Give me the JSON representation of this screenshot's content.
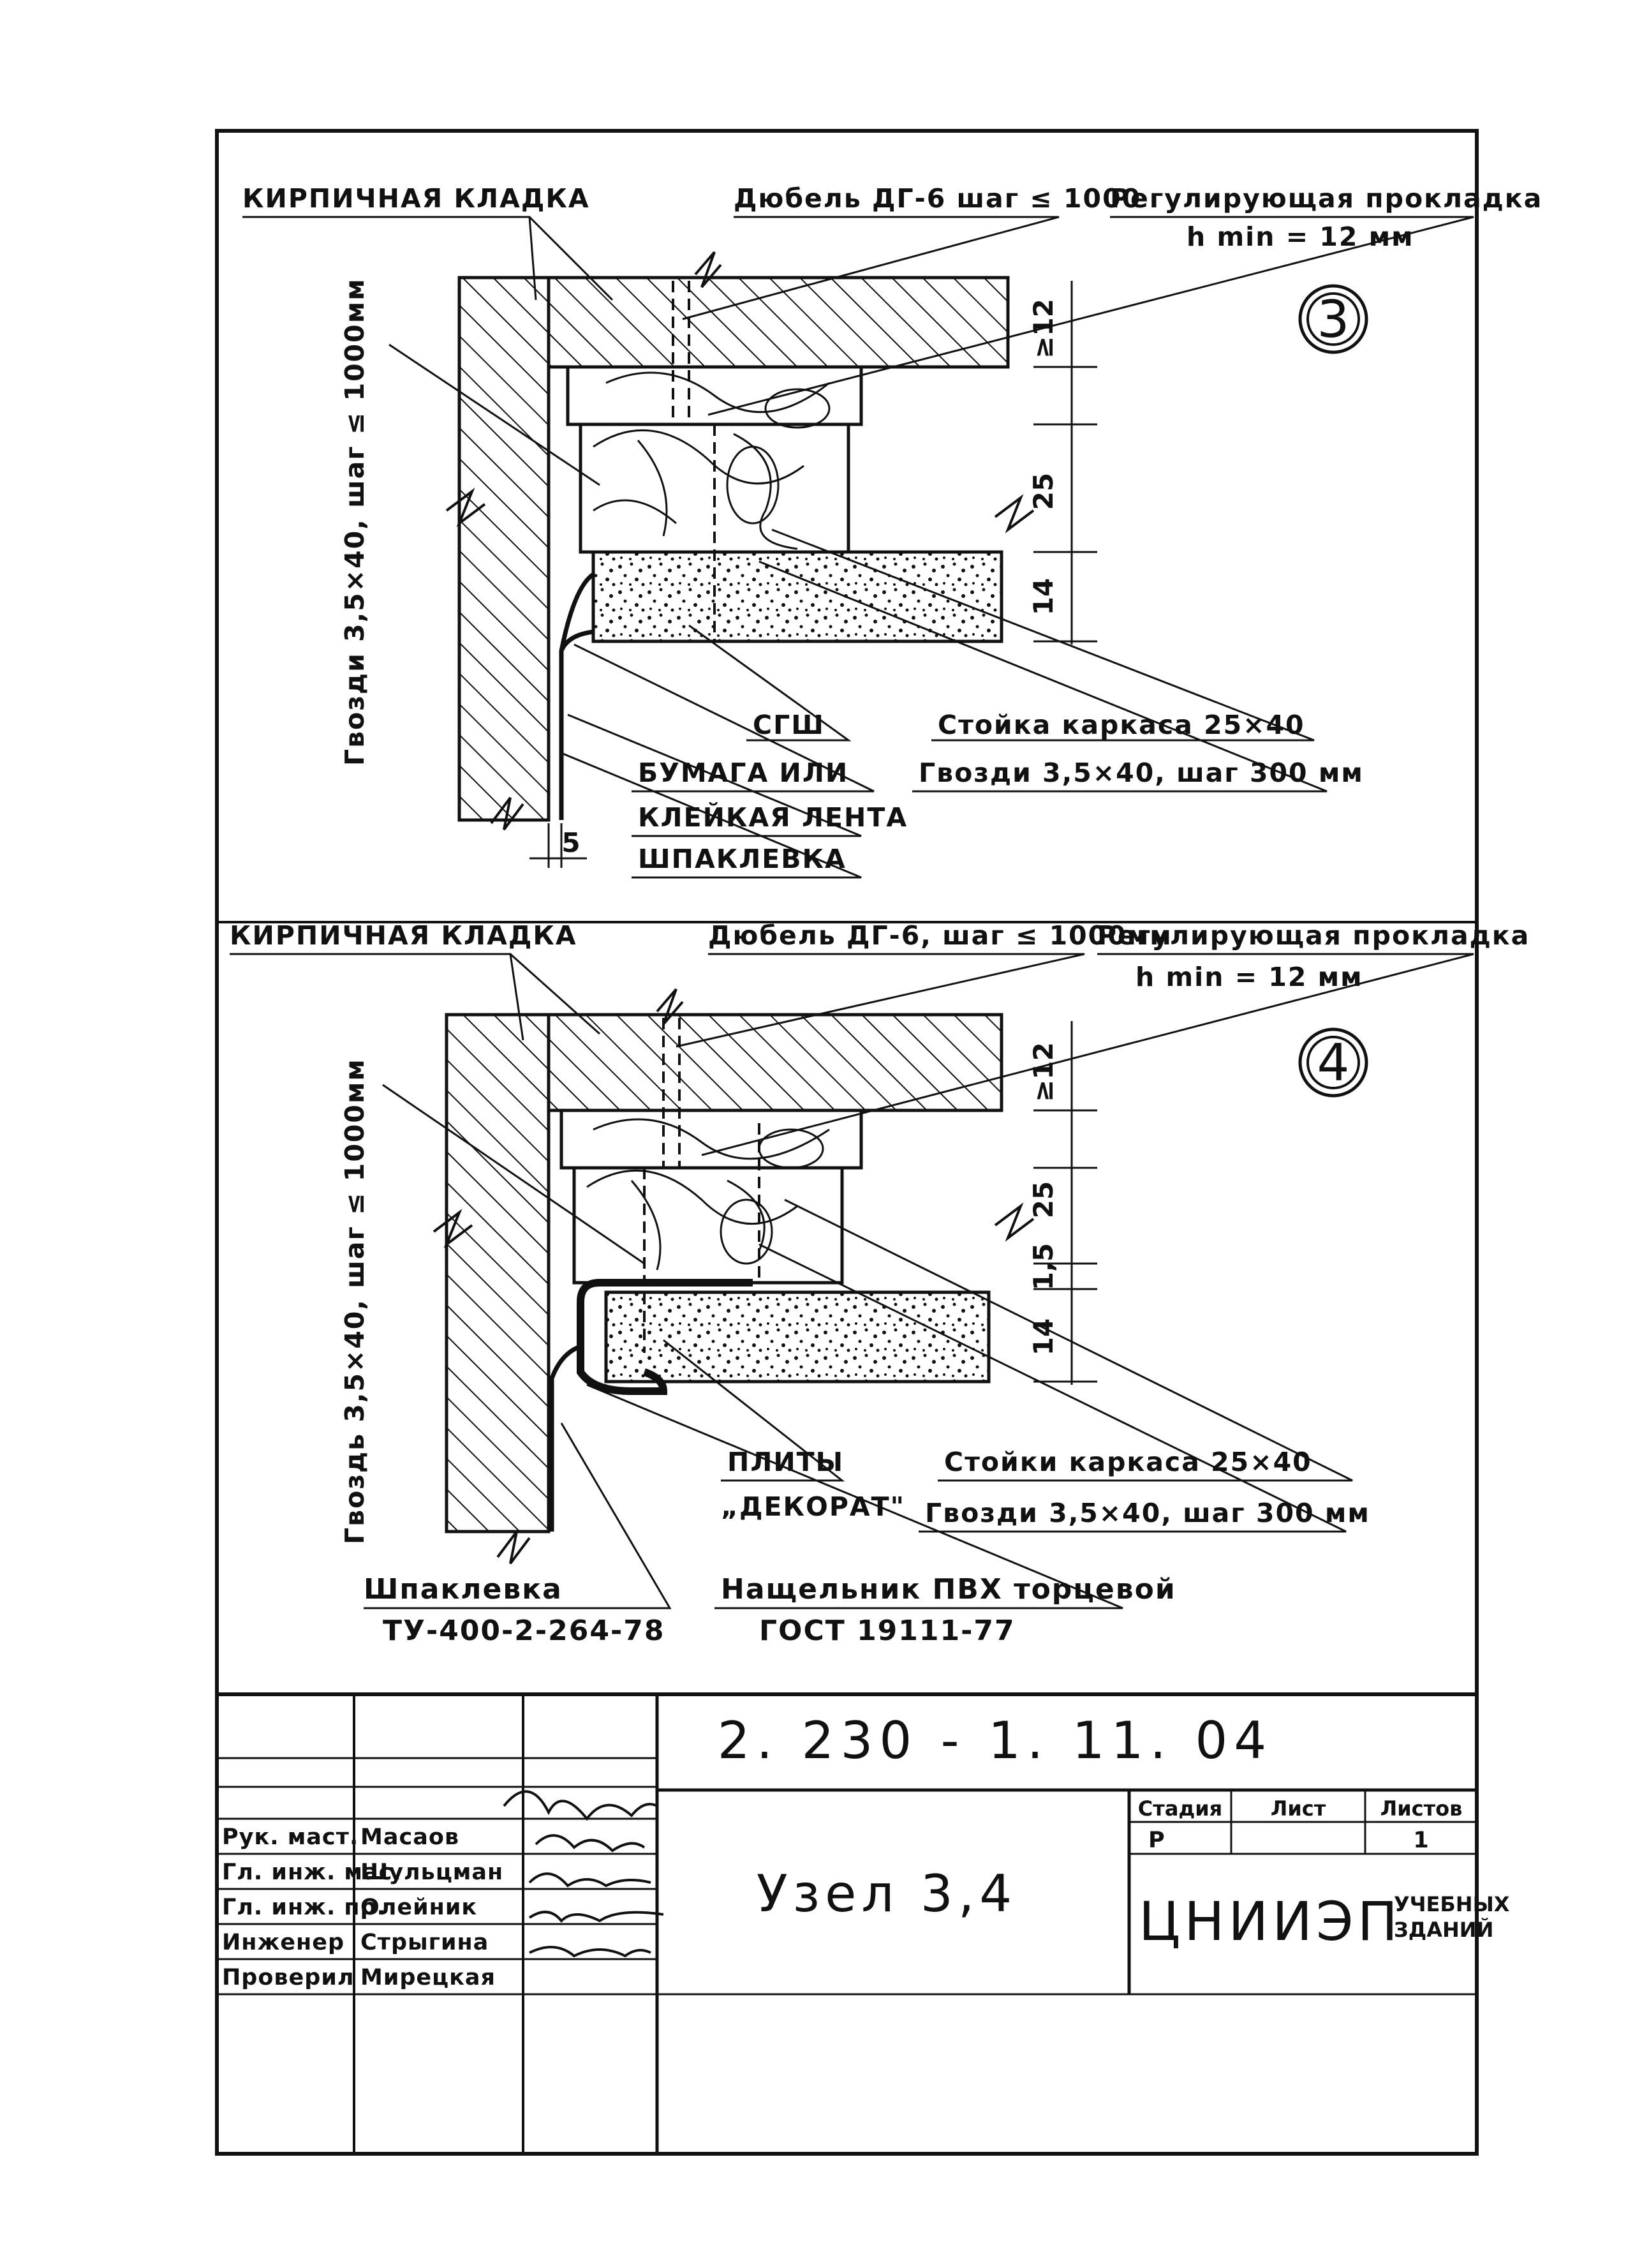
{
  "node3": {
    "number": "3",
    "labels": {
      "masonry": "КИРПИЧНАЯ КЛАДКА",
      "dowel": "Дюбель ДГ-6 шаг ≤ 1000",
      "shim": "Регулирующая прокладка",
      "shim_h": "h min = 12 мм",
      "nails_vertical": "Гвозди 3,5×40, шаг ≤ 1000мм",
      "sgsh": "СГШ",
      "post": "Стойка каркаса 25×40",
      "paper1": "БУМАГА ИЛИ",
      "paper2": "КЛЕЙКАЯ ЛЕНТА",
      "putty": "ШПАКЛЕВКА",
      "nails": "Гвозди 3,5×40, шаг 300 мм"
    },
    "dims": {
      "gap": "≥12",
      "post": "25",
      "slab": "14",
      "offset": "5"
    }
  },
  "node4": {
    "number": "4",
    "labels": {
      "masonry": "КИРПИЧНАЯ КЛАДКА",
      "dowel": "Дюбель ДГ-6, шаг ≤ 1000мм",
      "shim": "Регулирующая прокладка",
      "shim_h": "h min = 12 мм",
      "nail_vertical": "Гвоздь 3,5×40, шаг ≤ 1000мм",
      "plates1": "ПЛИТЫ",
      "plates2": "„ДЕКОРАТ\"",
      "posts": "Стойки каркаса 25×40",
      "nails": "Гвозди 3,5×40, шаг 300 мм",
      "putty": "Шпаклевка",
      "putty_tu": "ТУ-400-2-264-78",
      "trim": "Нащельник ПВХ торцевой",
      "trim_gost": "ГОСТ 19111-77"
    },
    "dims": {
      "gap": "≥12",
      "post": "25",
      "trim": "1,5",
      "slab": "14"
    }
  },
  "title_block": {
    "code": "2. 230 - 1. 11. 04",
    "title": "Узел 3,4",
    "roles": [
      "Рук. маст.",
      "Гл. инж. мас.",
      "Гл. инж. пр.",
      "Инженер",
      "Проверил"
    ],
    "names": [
      "Масаов",
      "Шульцман",
      "Олейник",
      "Стрыгина",
      "Мирецкая"
    ],
    "stage_header": "Стадия",
    "sheet_header": "Лист",
    "sheets_header": "Листов",
    "stage": "Р",
    "sheet": "",
    "sheets": "1",
    "org": "ЦНИИЭП",
    "org_sub1": "УЧЕБНЫХ",
    "org_sub2": "ЗДАНИЙ"
  },
  "colors": {
    "ink": "#111111",
    "paper": "#ffffff"
  }
}
